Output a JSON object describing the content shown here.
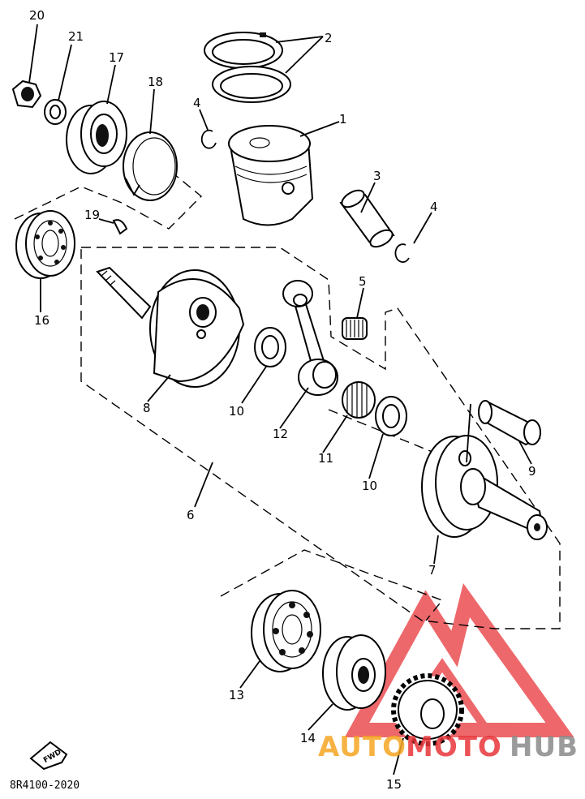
{
  "callouts": {
    "c1": "1",
    "c2": "2",
    "c3": "3",
    "c4a": "4",
    "c4b": "4",
    "c5": "5",
    "c6": "6",
    "c7": "7",
    "c8": "8",
    "c9": "9",
    "c10a": "10",
    "c10b": "10",
    "c11": "11",
    "c12": "12",
    "c13": "13",
    "c14": "14",
    "c15": "15",
    "c16": "16",
    "c17": "17",
    "c18": "18",
    "c19": "19",
    "c20": "20",
    "c21": "21"
  },
  "diagram_code": "8R4100-2020",
  "fwd_label": "FWD",
  "watermark": {
    "part1": "AUTO",
    "part2": "MOTO",
    "part3": "HUB",
    "color_primary": "#e8363a",
    "color_secondary": "#f5a623",
    "color_tertiary": "#8a8a8a"
  }
}
